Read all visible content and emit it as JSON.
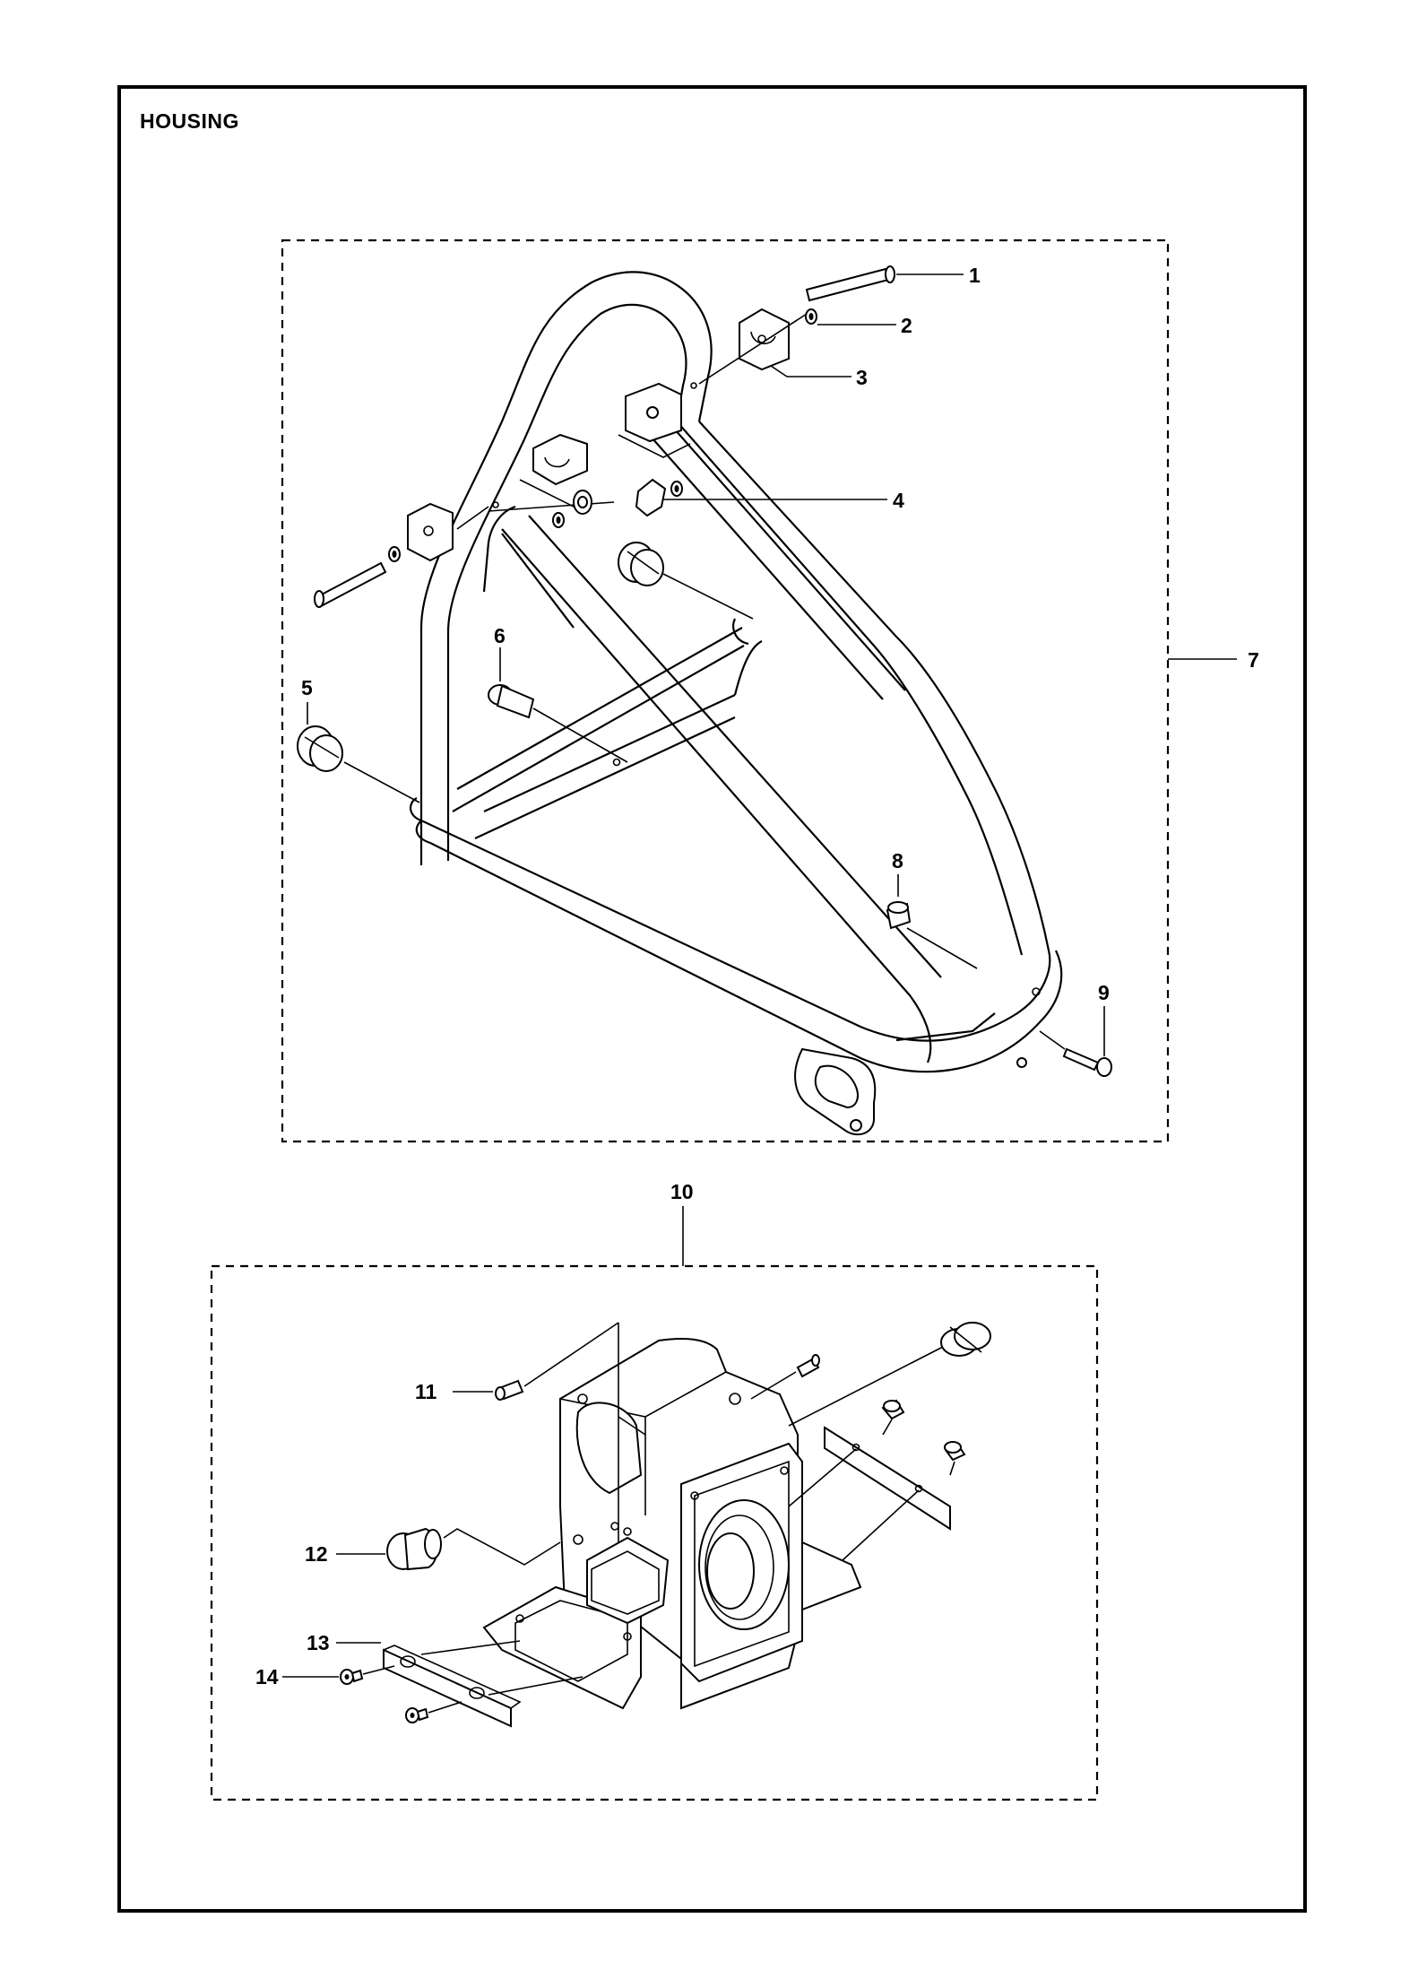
{
  "page": {
    "title": "HOUSING"
  },
  "callouts": {
    "c1": "1",
    "c2": "2",
    "c3": "3",
    "c4": "4",
    "c5": "5",
    "c6": "6",
    "c7": "7",
    "c8": "8",
    "c9": "9",
    "c10": "10",
    "c11": "11",
    "c12": "12",
    "c13": "13",
    "c14": "14"
  }
}
